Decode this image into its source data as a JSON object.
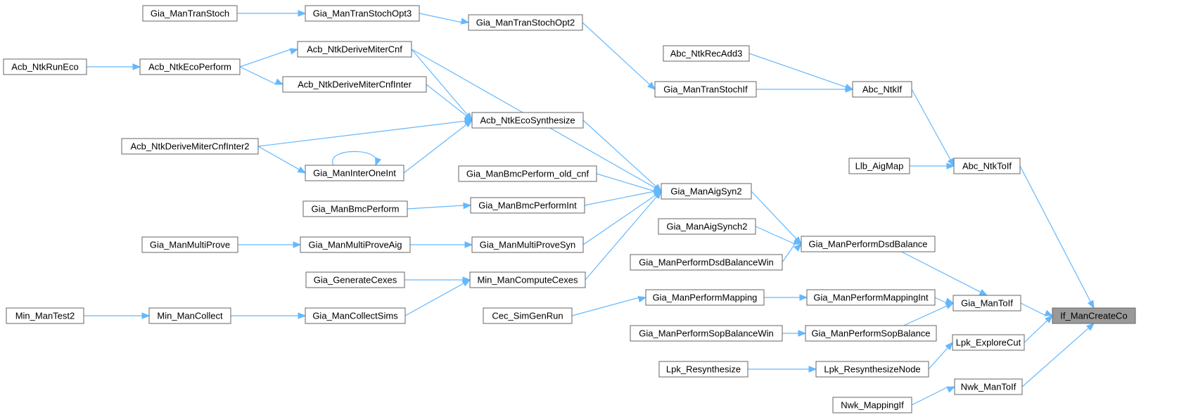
{
  "graph": {
    "root": "If_ManCreateCo",
    "colors": {
      "edge": "#63b8ff",
      "node_border": "#666666",
      "root_fill": "#999999",
      "node_fill": "#ffffff"
    },
    "nodes": [
      {
        "id": "If_ManCreateCo",
        "label": "If_ManCreateCo",
        "root": true
      },
      {
        "id": "Gia_ManToIf",
        "label": "Gia_ManToIf"
      },
      {
        "id": "Lpk_ExploreCut",
        "label": "Lpk_ExploreCut"
      },
      {
        "id": "Nwk_ManToIf",
        "label": "Nwk_ManToIf"
      },
      {
        "id": "Abc_NtkToIf",
        "label": "Abc_NtkToIf"
      },
      {
        "id": "Abc_NtkIf",
        "label": "Abc_NtkIf"
      },
      {
        "id": "Llb_AigMap",
        "label": "Llb_AigMap"
      },
      {
        "id": "Abc_NtkRecAdd3",
        "label": "Abc_NtkRecAdd3"
      },
      {
        "id": "Gia_ManTranStochIf",
        "label": "Gia_ManTranStochIf"
      },
      {
        "id": "Gia_ManTranStochOpt2",
        "label": "Gia_ManTranStochOpt2"
      },
      {
        "id": "Gia_ManTranStochOpt3",
        "label": "Gia_ManTranStochOpt3"
      },
      {
        "id": "Gia_ManTranStoch",
        "label": "Gia_ManTranStoch"
      },
      {
        "id": "Gia_ManPerformDsdBalance",
        "label": "Gia_ManPerformDsdBalance"
      },
      {
        "id": "Gia_ManPerformMappingInt",
        "label": "Gia_ManPerformMappingInt"
      },
      {
        "id": "Gia_ManPerformSopBalance",
        "label": "Gia_ManPerformSopBalance"
      },
      {
        "id": "Lpk_ResynthesizeNode",
        "label": "Lpk_ResynthesizeNode"
      },
      {
        "id": "Lpk_Resynthesize",
        "label": "Lpk_Resynthesize"
      },
      {
        "id": "Nwk_MappingIf",
        "label": "Nwk_MappingIf"
      },
      {
        "id": "Gia_ManAigSyn2",
        "label": "Gia_ManAigSyn2"
      },
      {
        "id": "Gia_ManAigSynch2",
        "label": "Gia_ManAigSynch2"
      },
      {
        "id": "Gia_ManPerformDsdBalanceWin",
        "label": "Gia_ManPerformDsdBalanceWin"
      },
      {
        "id": "Gia_ManPerformMapping",
        "label": "Gia_ManPerformMapping"
      },
      {
        "id": "Cec_SimGenRun",
        "label": "Cec_SimGenRun"
      },
      {
        "id": "Gia_ManPerformSopBalanceWin",
        "label": "Gia_ManPerformSopBalanceWin"
      },
      {
        "id": "Acb_NtkDeriveMiterCnf",
        "label": "Acb_NtkDeriveMiterCnf"
      },
      {
        "id": "Acb_NtkEcoSynthesize",
        "label": "Acb_NtkEcoSynthesize"
      },
      {
        "id": "Gia_ManBmcPerform_old_cnf",
        "label": "Gia_ManBmcPerform_old_cnf"
      },
      {
        "id": "Gia_ManBmcPerformInt",
        "label": "Gia_ManBmcPerformInt"
      },
      {
        "id": "Gia_ManMultiProveSyn",
        "label": "Gia_ManMultiProveSyn"
      },
      {
        "id": "Min_ManComputeCexes",
        "label": "Min_ManComputeCexes"
      },
      {
        "id": "Acb_NtkDeriveMiterCnfInter",
        "label": "Acb_NtkDeriveMiterCnfInter"
      },
      {
        "id": "Acb_NtkEcoPerform",
        "label": "Acb_NtkEcoPerform"
      },
      {
        "id": "Acb_NtkRunEco",
        "label": "Acb_NtkRunEco"
      },
      {
        "id": "Acb_NtkDeriveMiterCnfInter2",
        "label": "Acb_NtkDeriveMiterCnfInter2"
      },
      {
        "id": "Gia_ManInterOneInt",
        "label": "Gia_ManInterOneInt"
      },
      {
        "id": "Gia_ManBmcPerform",
        "label": "Gia_ManBmcPerform"
      },
      {
        "id": "Gia_ManMultiProveAig",
        "label": "Gia_ManMultiProveAig"
      },
      {
        "id": "Gia_ManMultiProve",
        "label": "Gia_ManMultiProve"
      },
      {
        "id": "Gia_GenerateCexes",
        "label": "Gia_GenerateCexes"
      },
      {
        "id": "Gia_ManCollectSims",
        "label": "Gia_ManCollectSims"
      },
      {
        "id": "Min_ManCollect",
        "label": "Min_ManCollect"
      },
      {
        "id": "Min_ManTest2",
        "label": "Min_ManTest2"
      }
    ],
    "edges": [
      {
        "from": "Gia_ManToIf",
        "to": "If_ManCreateCo"
      },
      {
        "from": "Lpk_ExploreCut",
        "to": "If_ManCreateCo"
      },
      {
        "from": "Nwk_ManToIf",
        "to": "If_ManCreateCo"
      },
      {
        "from": "Abc_NtkToIf",
        "to": "If_ManCreateCo"
      },
      {
        "from": "Abc_NtkIf",
        "to": "Abc_NtkToIf"
      },
      {
        "from": "Llb_AigMap",
        "to": "Abc_NtkToIf"
      },
      {
        "from": "Abc_NtkRecAdd3",
        "to": "Abc_NtkIf"
      },
      {
        "from": "Gia_ManTranStochIf",
        "to": "Abc_NtkIf"
      },
      {
        "from": "Gia_ManTranStochOpt2",
        "to": "Gia_ManTranStochIf"
      },
      {
        "from": "Gia_ManTranStochOpt3",
        "to": "Gia_ManTranStochOpt2"
      },
      {
        "from": "Gia_ManTranStoch",
        "to": "Gia_ManTranStochOpt3"
      },
      {
        "from": "Gia_ManPerformDsdBalance",
        "to": "Gia_ManToIf"
      },
      {
        "from": "Gia_ManPerformMappingInt",
        "to": "Gia_ManToIf"
      },
      {
        "from": "Gia_ManPerformSopBalance",
        "to": "Gia_ManToIf"
      },
      {
        "from": "Lpk_ResynthesizeNode",
        "to": "Lpk_ExploreCut"
      },
      {
        "from": "Lpk_Resynthesize",
        "to": "Lpk_ResynthesizeNode"
      },
      {
        "from": "Nwk_MappingIf",
        "to": "Nwk_ManToIf"
      },
      {
        "from": "Gia_ManAigSyn2",
        "to": "Gia_ManPerformDsdBalance"
      },
      {
        "from": "Gia_ManAigSynch2",
        "to": "Gia_ManPerformDsdBalance"
      },
      {
        "from": "Gia_ManPerformDsdBalanceWin",
        "to": "Gia_ManPerformDsdBalance"
      },
      {
        "from": "Gia_ManPerformMapping",
        "to": "Gia_ManPerformMappingInt"
      },
      {
        "from": "Cec_SimGenRun",
        "to": "Gia_ManPerformMapping"
      },
      {
        "from": "Gia_ManPerformSopBalanceWin",
        "to": "Gia_ManPerformSopBalance"
      },
      {
        "from": "Acb_NtkDeriveMiterCnf",
        "to": "Gia_ManAigSyn2"
      },
      {
        "from": "Acb_NtkEcoSynthesize",
        "to": "Gia_ManAigSyn2"
      },
      {
        "from": "Gia_ManBmcPerform_old_cnf",
        "to": "Gia_ManAigSyn2"
      },
      {
        "from": "Gia_ManBmcPerformInt",
        "to": "Gia_ManAigSyn2"
      },
      {
        "from": "Gia_ManMultiProveSyn",
        "to": "Gia_ManAigSyn2"
      },
      {
        "from": "Min_ManComputeCexes",
        "to": "Gia_ManAigSyn2"
      },
      {
        "from": "Acb_NtkEcoPerform",
        "to": "Acb_NtkDeriveMiterCnf"
      },
      {
        "from": "Acb_NtkRunEco",
        "to": "Acb_NtkEcoPerform"
      },
      {
        "from": "Acb_NtkDeriveMiterCnf",
        "to": "Acb_NtkEcoSynthesize"
      },
      {
        "from": "Acb_NtkDeriveMiterCnfInter",
        "to": "Acb_NtkEcoSynthesize"
      },
      {
        "from": "Acb_NtkDeriveMiterCnfInter2",
        "to": "Acb_NtkEcoSynthesize"
      },
      {
        "from": "Gia_ManInterOneInt",
        "to": "Acb_NtkEcoSynthesize"
      },
      {
        "from": "Acb_NtkEcoPerform",
        "to": "Acb_NtkDeriveMiterCnfInter"
      },
      {
        "from": "Acb_NtkDeriveMiterCnfInter2",
        "to": "Gia_ManInterOneInt"
      },
      {
        "from": "Gia_ManInterOneInt",
        "to": "Gia_ManInterOneInt"
      },
      {
        "from": "Gia_ManBmcPerform",
        "to": "Gia_ManBmcPerformInt"
      },
      {
        "from": "Gia_ManMultiProveAig",
        "to": "Gia_ManMultiProveSyn"
      },
      {
        "from": "Gia_ManMultiProve",
        "to": "Gia_ManMultiProveAig"
      },
      {
        "from": "Gia_GenerateCexes",
        "to": "Min_ManComputeCexes"
      },
      {
        "from": "Gia_ManCollectSims",
        "to": "Min_ManComputeCexes"
      },
      {
        "from": "Min_ManCollect",
        "to": "Gia_ManCollectSims"
      },
      {
        "from": "Min_ManTest2",
        "to": "Min_ManCollect"
      }
    ]
  }
}
